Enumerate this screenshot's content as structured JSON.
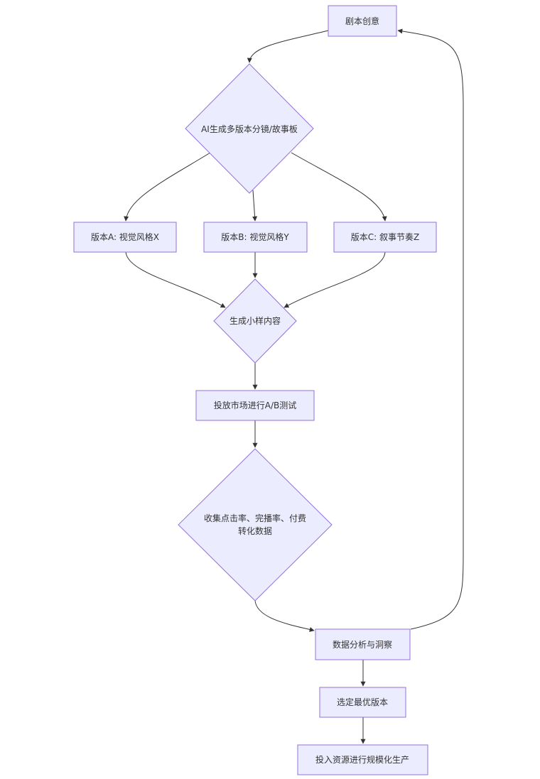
{
  "nodes": {
    "script_idea": "剧本创意",
    "ai_generate": "AI生成多版本分镜/故事板",
    "version_a": "版本A: 视觉风格X",
    "version_b": "版本B: 视觉风格Y",
    "version_c": "版本C: 叙事节奏Z",
    "generate_samples": "生成小样内容",
    "ab_test": "投放市场进行A/B测试",
    "collect_data_line1": "收集点击率、完播率、付费",
    "collect_data_line2": "转化数据",
    "data_analysis": "数据分析与洞察",
    "select_best": "选定最优版本",
    "scale_production": "投入资源进行规模化生产"
  },
  "colors": {
    "node_fill": "#ECECFF",
    "node_stroke": "#9370DB",
    "edge": "#333333",
    "text": "#333333"
  }
}
